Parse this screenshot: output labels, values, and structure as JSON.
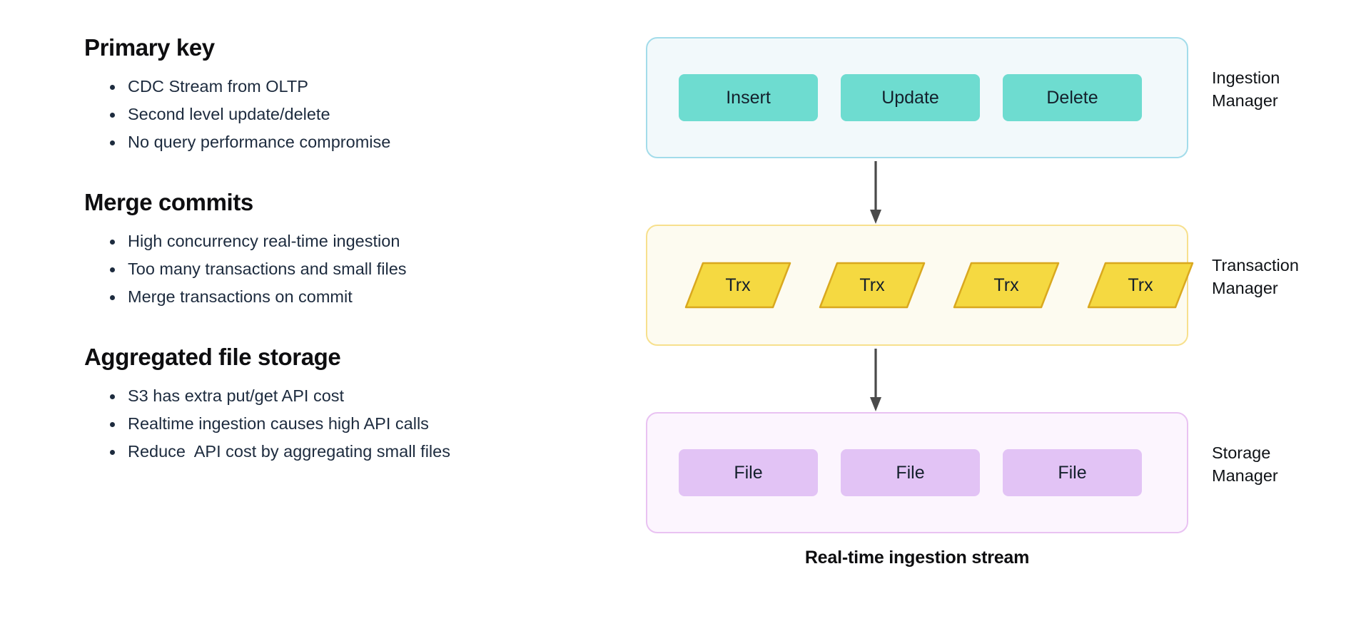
{
  "left_panel": {
    "sections": [
      {
        "heading": "Primary key",
        "bullets": [
          "CDC Stream from OLTP",
          "Second level update/delete",
          "No query performance compromise"
        ]
      },
      {
        "heading": "Merge commits",
        "bullets": [
          "High concurrency real-time ingestion",
          "Too many transactions and small files",
          "Merge transactions on commit"
        ]
      },
      {
        "heading": "Aggregated file storage",
        "bullets": [
          "S3 has extra put/get API cost",
          "Realtime ingestion causes high API calls",
          "Reduce  API cost by aggregating small files"
        ]
      }
    ]
  },
  "diagram": {
    "caption": "Real-time ingestion stream",
    "bands": [
      {
        "id": "ingestion",
        "side_label": "Ingestion\nManager",
        "fill": "#f2f9fb",
        "border": "#a3dcea",
        "chip_fill": "#6edcd0",
        "chips": [
          "Insert",
          "Update",
          "Delete"
        ]
      },
      {
        "id": "transaction",
        "side_label": "Transaction\nManager",
        "fill": "#fdfbf0",
        "border": "#f7e08d",
        "chip_fill": "#f5d941",
        "chip_stroke": "#d9a81f",
        "chips": [
          "Trx",
          "Trx",
          "Trx",
          "Trx"
        ]
      },
      {
        "id": "storage",
        "side_label": "Storage\nManager",
        "fill": "#fcf5fe",
        "border": "#e9c2f2",
        "chip_fill": "#e2c3f5",
        "chips": [
          "File",
          "File",
          "File"
        ]
      }
    ],
    "arrow_color": "#4a4a4a",
    "arrows": 2
  }
}
